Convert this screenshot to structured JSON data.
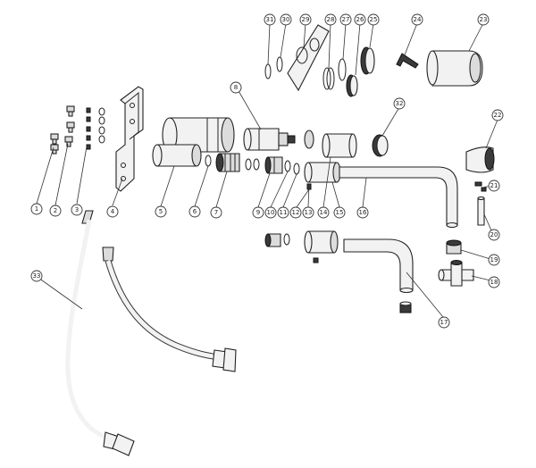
{
  "callouts": [
    {
      "id": "c1",
      "label": "1"
    },
    {
      "id": "c2",
      "label": "2"
    },
    {
      "id": "c3",
      "label": "3"
    },
    {
      "id": "c4",
      "label": "4"
    },
    {
      "id": "c5",
      "label": "5"
    },
    {
      "id": "c6",
      "label": "6"
    },
    {
      "id": "c7",
      "label": "7"
    },
    {
      "id": "c8",
      "label": "8"
    },
    {
      "id": "c9",
      "label": "9"
    },
    {
      "id": "c10",
      "label": "10"
    },
    {
      "id": "c11",
      "label": "11"
    },
    {
      "id": "c12",
      "label": "12"
    },
    {
      "id": "c13",
      "label": "13"
    },
    {
      "id": "c14",
      "label": "14"
    },
    {
      "id": "c15",
      "label": "15"
    },
    {
      "id": "c16",
      "label": "16"
    },
    {
      "id": "c17",
      "label": "17"
    },
    {
      "id": "c18",
      "label": "18"
    },
    {
      "id": "c19",
      "label": "19"
    },
    {
      "id": "c20",
      "label": "20"
    },
    {
      "id": "c21",
      "label": "21"
    },
    {
      "id": "c22",
      "label": "22"
    },
    {
      "id": "c23",
      "label": "23"
    },
    {
      "id": "c24",
      "label": "24"
    },
    {
      "id": "c25",
      "label": "25"
    },
    {
      "id": "c26",
      "label": "26"
    },
    {
      "id": "c27",
      "label": "27"
    },
    {
      "id": "c28",
      "label": "28"
    },
    {
      "id": "c29",
      "label": "29"
    },
    {
      "id": "c30",
      "label": "30"
    },
    {
      "id": "c31",
      "label": "31"
    },
    {
      "id": "c32",
      "label": "32"
    },
    {
      "id": "c33",
      "label": "33"
    }
  ]
}
